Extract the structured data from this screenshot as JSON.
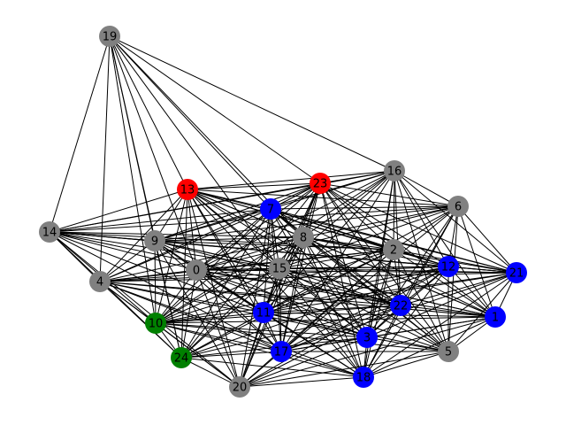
{
  "graph": {
    "colors": {
      "gray": "#808080",
      "blue": "#0000ff",
      "red": "#ff0000",
      "green": "#008000",
      "edge": "#000000",
      "label": "#000000"
    },
    "nodes": [
      {
        "id": "0",
        "color": "gray"
      },
      {
        "id": "1",
        "color": "blue"
      },
      {
        "id": "2",
        "color": "gray"
      },
      {
        "id": "3",
        "color": "blue"
      },
      {
        "id": "4",
        "color": "gray"
      },
      {
        "id": "5",
        "color": "gray"
      },
      {
        "id": "6",
        "color": "gray"
      },
      {
        "id": "7",
        "color": "blue"
      },
      {
        "id": "8",
        "color": "gray"
      },
      {
        "id": "9",
        "color": "gray"
      },
      {
        "id": "10",
        "color": "green"
      },
      {
        "id": "11",
        "color": "blue"
      },
      {
        "id": "12",
        "color": "blue"
      },
      {
        "id": "13",
        "color": "red"
      },
      {
        "id": "14",
        "color": "gray"
      },
      {
        "id": "15",
        "color": "gray"
      },
      {
        "id": "16",
        "color": "gray"
      },
      {
        "id": "17",
        "color": "blue"
      },
      {
        "id": "18",
        "color": "blue"
      },
      {
        "id": "19",
        "color": "gray"
      },
      {
        "id": "20",
        "color": "gray"
      },
      {
        "id": "21",
        "color": "blue"
      },
      {
        "id": "22",
        "color": "blue"
      },
      {
        "id": "23",
        "color": "red"
      },
      {
        "id": "24",
        "color": "green"
      }
    ],
    "edges": [
      [
        "19",
        "13"
      ],
      [
        "19",
        "23"
      ],
      [
        "19",
        "16"
      ],
      [
        "19",
        "14"
      ],
      [
        "19",
        "4"
      ],
      [
        "19",
        "10"
      ],
      [
        "19",
        "9"
      ],
      [
        "19",
        "7"
      ],
      [
        "19",
        "8"
      ],
      [
        "19",
        "0"
      ],
      [
        "19",
        "15"
      ],
      [
        "19",
        "24"
      ],
      [
        "13",
        "23"
      ],
      [
        "13",
        "16"
      ],
      [
        "13",
        "7"
      ],
      [
        "13",
        "8"
      ],
      [
        "13",
        "2"
      ],
      [
        "13",
        "12"
      ],
      [
        "13",
        "22"
      ],
      [
        "13",
        "1"
      ],
      [
        "13",
        "3"
      ],
      [
        "13",
        "11"
      ],
      [
        "13",
        "17"
      ],
      [
        "13",
        "18"
      ],
      [
        "13",
        "20"
      ],
      [
        "13",
        "24"
      ],
      [
        "13",
        "10"
      ],
      [
        "13",
        "4"
      ],
      [
        "13",
        "14"
      ],
      [
        "13",
        "9"
      ],
      [
        "13",
        "0"
      ],
      [
        "13",
        "15"
      ],
      [
        "13",
        "5"
      ],
      [
        "13",
        "6"
      ],
      [
        "13",
        "21"
      ],
      [
        "23",
        "16"
      ],
      [
        "23",
        "6"
      ],
      [
        "23",
        "2"
      ],
      [
        "23",
        "8"
      ],
      [
        "23",
        "7"
      ],
      [
        "23",
        "15"
      ],
      [
        "23",
        "12"
      ],
      [
        "23",
        "21"
      ],
      [
        "23",
        "22"
      ],
      [
        "23",
        "3"
      ],
      [
        "23",
        "18"
      ],
      [
        "23",
        "17"
      ],
      [
        "23",
        "11"
      ],
      [
        "23",
        "20"
      ],
      [
        "23",
        "24"
      ],
      [
        "23",
        "10"
      ],
      [
        "23",
        "0"
      ],
      [
        "23",
        "9"
      ],
      [
        "23",
        "14"
      ],
      [
        "23",
        "4"
      ],
      [
        "23",
        "5"
      ],
      [
        "23",
        "1"
      ],
      [
        "16",
        "6"
      ],
      [
        "16",
        "2"
      ],
      [
        "16",
        "8"
      ],
      [
        "16",
        "7"
      ],
      [
        "16",
        "15"
      ],
      [
        "16",
        "12"
      ],
      [
        "16",
        "21"
      ],
      [
        "16",
        "22"
      ],
      [
        "16",
        "1"
      ],
      [
        "16",
        "3"
      ],
      [
        "16",
        "18"
      ],
      [
        "16",
        "11"
      ],
      [
        "16",
        "17"
      ],
      [
        "16",
        "14"
      ],
      [
        "16",
        "9"
      ],
      [
        "16",
        "0"
      ],
      [
        "16",
        "10"
      ],
      [
        "16",
        "5"
      ],
      [
        "6",
        "2"
      ],
      [
        "6",
        "12"
      ],
      [
        "6",
        "21"
      ],
      [
        "6",
        "1"
      ],
      [
        "6",
        "5"
      ],
      [
        "6",
        "22"
      ],
      [
        "6",
        "3"
      ],
      [
        "6",
        "18"
      ],
      [
        "6",
        "8"
      ],
      [
        "6",
        "15"
      ],
      [
        "6",
        "7"
      ],
      [
        "6",
        "14"
      ],
      [
        "6",
        "9"
      ],
      [
        "6",
        "0"
      ],
      [
        "6",
        "11"
      ],
      [
        "6",
        "17"
      ],
      [
        "7",
        "8"
      ],
      [
        "7",
        "15"
      ],
      [
        "7",
        "2"
      ],
      [
        "7",
        "12"
      ],
      [
        "7",
        "21"
      ],
      [
        "7",
        "22"
      ],
      [
        "7",
        "3"
      ],
      [
        "7",
        "18"
      ],
      [
        "7",
        "11"
      ],
      [
        "7",
        "17"
      ],
      [
        "7",
        "20"
      ],
      [
        "7",
        "24"
      ],
      [
        "7",
        "10"
      ],
      [
        "7",
        "0"
      ],
      [
        "7",
        "9"
      ],
      [
        "7",
        "14"
      ],
      [
        "7",
        "4"
      ],
      [
        "7",
        "1"
      ],
      [
        "7",
        "5"
      ],
      [
        "8",
        "15"
      ],
      [
        "8",
        "2"
      ],
      [
        "8",
        "12"
      ],
      [
        "8",
        "21"
      ],
      [
        "8",
        "22"
      ],
      [
        "8",
        "1"
      ],
      [
        "8",
        "3"
      ],
      [
        "8",
        "5"
      ],
      [
        "8",
        "18"
      ],
      [
        "8",
        "17"
      ],
      [
        "8",
        "11"
      ],
      [
        "8",
        "20"
      ],
      [
        "8",
        "24"
      ],
      [
        "8",
        "10"
      ],
      [
        "8",
        "4"
      ],
      [
        "8",
        "0"
      ],
      [
        "8",
        "9"
      ],
      [
        "8",
        "14"
      ],
      [
        "9",
        "0"
      ],
      [
        "9",
        "15"
      ],
      [
        "9",
        "2"
      ],
      [
        "9",
        "12"
      ],
      [
        "9",
        "11"
      ],
      [
        "9",
        "17"
      ],
      [
        "9",
        "20"
      ],
      [
        "9",
        "24"
      ],
      [
        "9",
        "10"
      ],
      [
        "9",
        "4"
      ],
      [
        "9",
        "14"
      ],
      [
        "9",
        "22"
      ],
      [
        "9",
        "3"
      ],
      [
        "9",
        "18"
      ],
      [
        "9",
        "1"
      ],
      [
        "9",
        "21"
      ],
      [
        "14",
        "9"
      ],
      [
        "14",
        "0"
      ],
      [
        "14",
        "15"
      ],
      [
        "14",
        "4"
      ],
      [
        "14",
        "10"
      ],
      [
        "14",
        "24"
      ],
      [
        "14",
        "2"
      ],
      [
        "14",
        "12"
      ],
      [
        "14",
        "11"
      ],
      [
        "14",
        "17"
      ],
      [
        "14",
        "20"
      ],
      [
        "14",
        "22"
      ],
      [
        "14",
        "21"
      ],
      [
        "4",
        "0"
      ],
      [
        "4",
        "15"
      ],
      [
        "4",
        "10"
      ],
      [
        "4",
        "24"
      ],
      [
        "4",
        "20"
      ],
      [
        "4",
        "11"
      ],
      [
        "4",
        "17"
      ],
      [
        "4",
        "2"
      ],
      [
        "4",
        "12"
      ],
      [
        "4",
        "22"
      ],
      [
        "4",
        "3"
      ],
      [
        "4",
        "18"
      ],
      [
        "4",
        "1"
      ],
      [
        "4",
        "21"
      ],
      [
        "0",
        "15"
      ],
      [
        "0",
        "2"
      ],
      [
        "0",
        "12"
      ],
      [
        "0",
        "21"
      ],
      [
        "0",
        "22"
      ],
      [
        "0",
        "1"
      ],
      [
        "0",
        "3"
      ],
      [
        "0",
        "18"
      ],
      [
        "0",
        "17"
      ],
      [
        "0",
        "11"
      ],
      [
        "0",
        "20"
      ],
      [
        "0",
        "24"
      ],
      [
        "0",
        "10"
      ],
      [
        "0",
        "5"
      ],
      [
        "15",
        "2"
      ],
      [
        "15",
        "12"
      ],
      [
        "15",
        "21"
      ],
      [
        "15",
        "22"
      ],
      [
        "15",
        "1"
      ],
      [
        "15",
        "3"
      ],
      [
        "15",
        "5"
      ],
      [
        "15",
        "18"
      ],
      [
        "15",
        "17"
      ],
      [
        "15",
        "11"
      ],
      [
        "15",
        "20"
      ],
      [
        "15",
        "24"
      ],
      [
        "15",
        "10"
      ],
      [
        "2",
        "12"
      ],
      [
        "2",
        "21"
      ],
      [
        "2",
        "22"
      ],
      [
        "2",
        "1"
      ],
      [
        "2",
        "3"
      ],
      [
        "2",
        "5"
      ],
      [
        "2",
        "18"
      ],
      [
        "2",
        "17"
      ],
      [
        "2",
        "11"
      ],
      [
        "2",
        "20"
      ],
      [
        "2",
        "24"
      ],
      [
        "2",
        "10"
      ],
      [
        "12",
        "21"
      ],
      [
        "12",
        "22"
      ],
      [
        "12",
        "1"
      ],
      [
        "12",
        "3"
      ],
      [
        "12",
        "5"
      ],
      [
        "12",
        "18"
      ],
      [
        "12",
        "17"
      ],
      [
        "12",
        "11"
      ],
      [
        "12",
        "20"
      ],
      [
        "12",
        "24"
      ],
      [
        "12",
        "10"
      ],
      [
        "21",
        "1"
      ],
      [
        "21",
        "5"
      ],
      [
        "21",
        "22"
      ],
      [
        "21",
        "3"
      ],
      [
        "21",
        "18"
      ],
      [
        "21",
        "11"
      ],
      [
        "21",
        "17"
      ],
      [
        "21",
        "10"
      ],
      [
        "22",
        "1"
      ],
      [
        "22",
        "3"
      ],
      [
        "22",
        "5"
      ],
      [
        "22",
        "18"
      ],
      [
        "22",
        "17"
      ],
      [
        "22",
        "11"
      ],
      [
        "22",
        "20"
      ],
      [
        "22",
        "24"
      ],
      [
        "22",
        "10"
      ],
      [
        "1",
        "3"
      ],
      [
        "1",
        "5"
      ],
      [
        "1",
        "18"
      ],
      [
        "1",
        "11"
      ],
      [
        "1",
        "17"
      ],
      [
        "1",
        "20"
      ],
      [
        "1",
        "10"
      ],
      [
        "11",
        "3"
      ],
      [
        "11",
        "18"
      ],
      [
        "11",
        "17"
      ],
      [
        "11",
        "20"
      ],
      [
        "11",
        "24"
      ],
      [
        "11",
        "10"
      ],
      [
        "11",
        "5"
      ],
      [
        "17",
        "3"
      ],
      [
        "17",
        "18"
      ],
      [
        "17",
        "20"
      ],
      [
        "17",
        "24"
      ],
      [
        "17",
        "10"
      ],
      [
        "17",
        "5"
      ],
      [
        "3",
        "18"
      ],
      [
        "3",
        "5"
      ],
      [
        "3",
        "20"
      ],
      [
        "3",
        "24"
      ],
      [
        "3",
        "10"
      ],
      [
        "18",
        "5"
      ],
      [
        "18",
        "20"
      ],
      [
        "18",
        "24"
      ],
      [
        "18",
        "10"
      ],
      [
        "20",
        "24"
      ],
      [
        "20",
        "10"
      ],
      [
        "20",
        "5"
      ],
      [
        "24",
        "10"
      ],
      [
        "10",
        "5"
      ]
    ]
  }
}
